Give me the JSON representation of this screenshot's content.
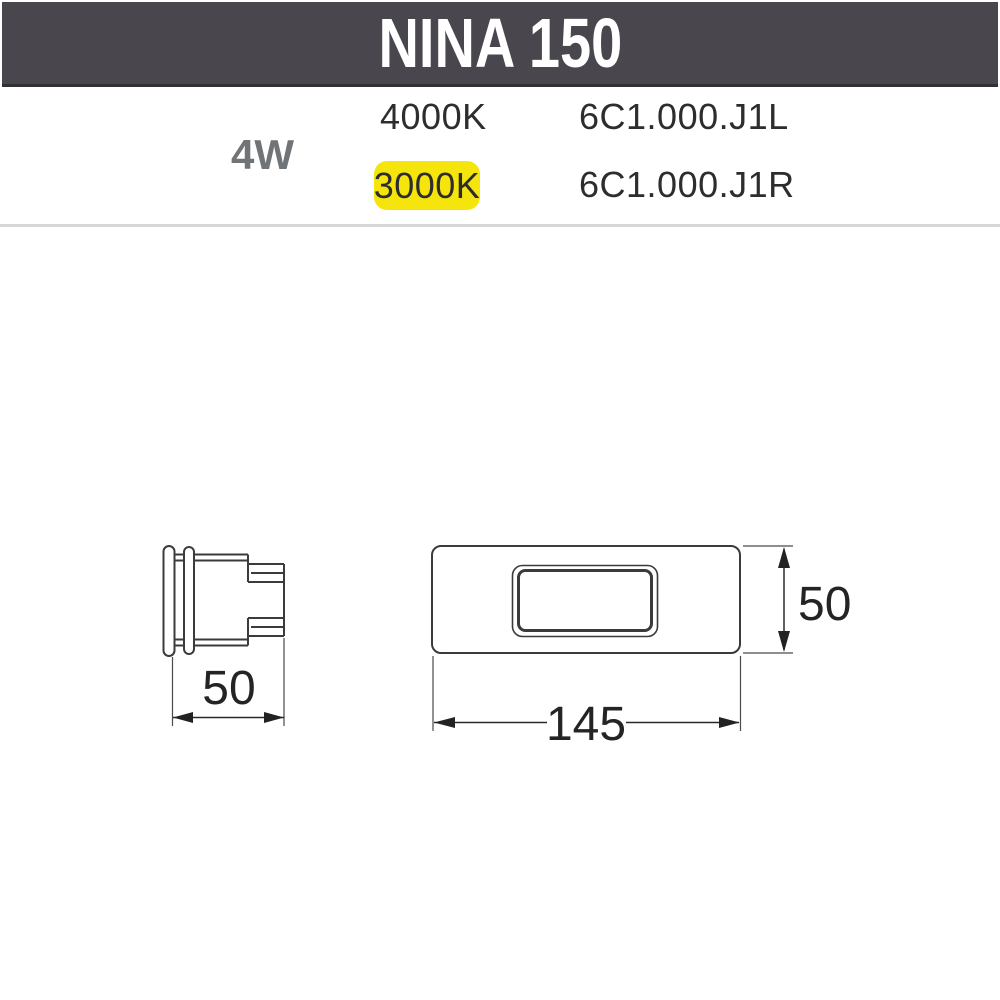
{
  "header": {
    "title": "NINA 150",
    "bg_color": "#49464d",
    "text_color": "#ffffff"
  },
  "specs": {
    "wattage": "4W",
    "wattage_color": "#717477",
    "highlight_color": "#f6e50c",
    "rows": [
      {
        "color_temp": "4000K",
        "code": "6C1.000.J1L",
        "highlighted": false
      },
      {
        "color_temp": "3000K",
        "code": "6C1.000.J1R",
        "highlighted": true
      }
    ]
  },
  "divider_color": "#d8d8d8",
  "drawings": {
    "line_color": "#3b3b3b",
    "side_view": {
      "name": "side-view",
      "depth_dimension": "50"
    },
    "front_view": {
      "name": "front-view",
      "width_dimension": "145",
      "height_dimension": "50"
    }
  }
}
